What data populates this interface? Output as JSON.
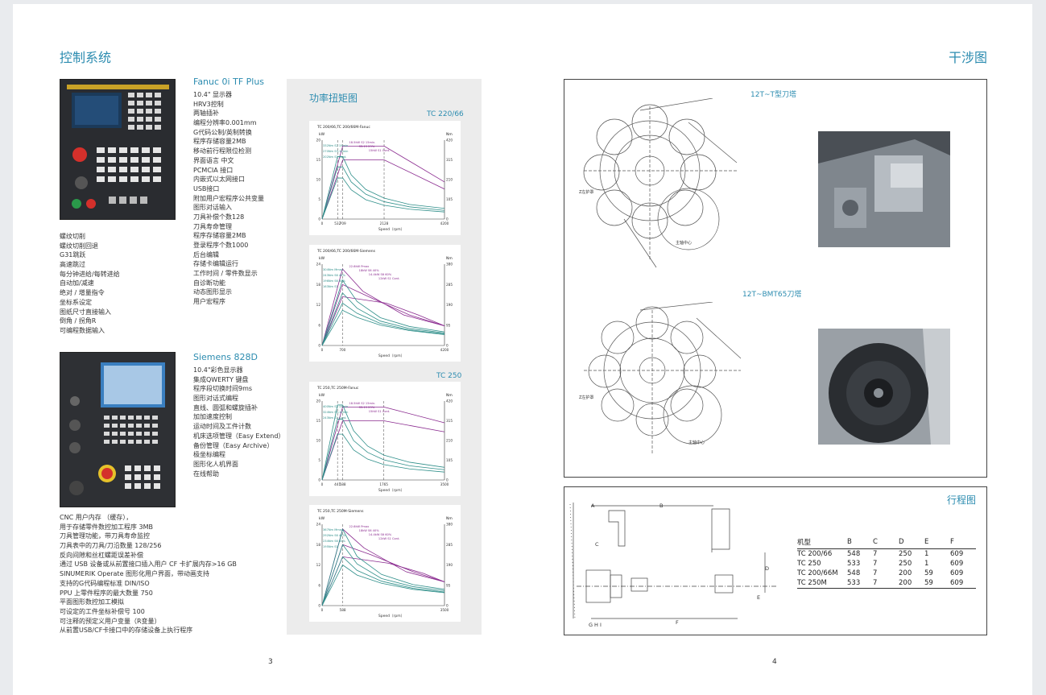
{
  "left_page": {
    "title": "控制系统",
    "page_number": "3",
    "fanuc": {
      "heading": "Fanuc 0i TF Plus",
      "features": [
        "10.4\" 显示器",
        "HRV3控制",
        "两轴插补",
        "编程分辨率0.001mm",
        "G代码公制/英制转换",
        "程序存储容量2MB",
        "移动前行程限位检测",
        "界面语言  中文",
        "PCMCIA 接口",
        "内嵌式以太网接口",
        "USB接口",
        "附加用户宏程序公共变量",
        "图形对话输入",
        "刀具补偿个数128",
        "刀具寿命管理",
        "程序存储容量2MB",
        "登录程序个数1000",
        "后台编辑",
        "存储卡编辑运行",
        "工作时间 / 零件数显示",
        "自诊断功能",
        "动态图形显示",
        "用户宏程序"
      ],
      "left_features": [
        "螺纹切削",
        "螺纹切削回退",
        "G31跳跃",
        "高速跳过",
        "每分钟进给/每转进给",
        "自动加/减速",
        "绝对 / 增量指令",
        "坐标系设定",
        "图纸尺寸直接输入",
        "倒角 / 拐角R",
        "可编程数据输入"
      ]
    },
    "siemens": {
      "heading": "Siemens 828D",
      "features": [
        "10.4\"彩色显示器",
        "集成QWERTY 键盘",
        "程序段切换时间9ms",
        "图形对话式编程",
        "直线、圆弧和螺旋插补",
        "加加速度控制",
        "运动时间及工件计数",
        "机床选项管理（Easy Extend）",
        "备份管理（Easy Archive）",
        "极坐标编程",
        "图形化人机界面",
        "在线帮助"
      ],
      "bottom_features": [
        "CNC 用户内存 （缓存），",
        "用于存储零件数控加工程序 3MB",
        "刀具管理功能，带刀具寿命监控",
        "刀具表中的刀具/刀沿数量 128/256",
        "反向间隙和丝杠螺距误差补偿",
        "通过 USB 设备或从前置接口插入用户 CF 卡扩展内存>16 GB",
        "SINUMERIK Operate 图形化用户界面，带动画支持",
        "支持的G代码编程标准 DIN/ISO",
        "PPU 上零件程序的最大数量  750",
        "平面图形数控加工模拟",
        "可设定的工件坐标补偿号    100",
        "可注释的预定义用户变量（R变量）",
        "从前置USB/CF卡接口中的存储设备上执行程序"
      ]
    },
    "torque_panel": {
      "title": "功率扭矩图",
      "section_1": "TC 220/66",
      "section_2": "TC 250"
    }
  },
  "chart_data": [
    {
      "type": "line",
      "title": "TC 200/66,TC 200/66M-Fanuc",
      "ylabel": "kW",
      "y2label": "Nm",
      "xlabel": "Speed（rpm）",
      "ylim": [
        0,
        20
      ],
      "y2lim": [
        0,
        420
      ],
      "xlim": [
        0,
        4200
      ],
      "x_ticks": [
        "0",
        "532",
        "709",
        "2128",
        "4200"
      ],
      "x_tick_values": [
        0,
        532,
        709,
        2128,
        4200
      ],
      "y_ticks": [
        "0",
        "5",
        "10",
        "15",
        "20"
      ],
      "y2_ticks": [
        "0",
        "105",
        "210",
        "315",
        "420"
      ],
      "labels": [
        "18.5kW S2 15min.",
        "S3-15 25%",
        "15kW S1 Cont.",
        "332Nm S2 15min",
        "270Nm S3-15min",
        "202Nm S1 Cont."
      ],
      "series": [
        {
          "color": "#8a2a8f",
          "x": [
            0,
            709,
            2128,
            4200
          ],
          "y": [
            0,
            18.5,
            18.5,
            9.4
          ]
        },
        {
          "color": "#8a2a8f",
          "x": [
            0,
            709,
            2128,
            4200
          ],
          "y": [
            0,
            15,
            15,
            7.6
          ]
        },
        {
          "color": "#2f8f8a",
          "x": [
            0,
            532,
            709,
            1000,
            1500,
            2128,
            3000,
            4200
          ],
          "y": [
            0,
            15.8,
            15.8,
            11.2,
            7.5,
            5.3,
            3.7,
            2.7
          ]
        },
        {
          "color": "#2f8f8a",
          "x": [
            0,
            532,
            709,
            1000,
            1500,
            2128,
            3000,
            4200
          ],
          "y": [
            0,
            13.2,
            13.2,
            9.4,
            6.3,
            4.4,
            3.1,
            2.2
          ]
        },
        {
          "color": "#2f8f8a",
          "x": [
            0,
            532,
            709,
            1000,
            1500,
            2128,
            3000,
            4200
          ],
          "y": [
            0,
            10.4,
            10.4,
            7.4,
            4.9,
            3.5,
            2.5,
            1.8
          ]
        }
      ]
    },
    {
      "type": "line",
      "title": "TC 200/66,TC 200/66M-Siemens",
      "ylabel": "kW",
      "y2label": "Nm",
      "xlabel": "Speed（rpm）",
      "ylim": [
        0,
        24
      ],
      "y2lim": [
        0,
        380
      ],
      "xlim": [
        0,
        4200
      ],
      "x_ticks": [
        "0",
        "700",
        "4200"
      ],
      "x_tick_values": [
        0,
        700,
        4200
      ],
      "y_ticks": [
        "0",
        "6",
        "12",
        "18",
        "24"
      ],
      "y2_ticks": [
        "0",
        "95",
        "190",
        "285",
        "380"
      ],
      "labels": [
        "22.6kW Pmax",
        "18kW S6 40%",
        "14.4kW S6 60%",
        "12kW S1 Cont.",
        "304Nm Mmax",
        "243Nm S6 40%",
        "196Nm S6 60%",
        "163Nm S1"
      ],
      "series": [
        {
          "color": "#8a2a8f",
          "x": [
            0,
            700,
            1400,
            2800,
            4200
          ],
          "y": [
            0,
            22.6,
            16,
            9,
            5.8
          ]
        },
        {
          "color": "#8a2a8f",
          "x": [
            0,
            700,
            1700,
            3000,
            4200
          ],
          "y": [
            0,
            18,
            14,
            9,
            5.8
          ]
        },
        {
          "color": "#8a2a8f",
          "x": [
            0,
            700,
            2200,
            3300,
            4200
          ],
          "y": [
            0,
            14.4,
            12.5,
            9,
            5.8
          ]
        },
        {
          "color": "#2f8f8a",
          "x": [
            0,
            700,
            1200,
            2000,
            3000,
            4200
          ],
          "y": [
            0,
            19.3,
            13,
            8.2,
            5.6,
            4
          ]
        },
        {
          "color": "#2f8f8a",
          "x": [
            0,
            700,
            1200,
            2000,
            3000,
            4200
          ],
          "y": [
            0,
            15.5,
            11,
            7.2,
            5,
            3.7
          ]
        },
        {
          "color": "#2f8f8a",
          "x": [
            0,
            700,
            1200,
            2000,
            3000,
            4200
          ],
          "y": [
            0,
            12.5,
            9.5,
            6.5,
            4.6,
            3.4
          ]
        },
        {
          "color": "#2f8f8a",
          "x": [
            0,
            700,
            1200,
            2000,
            3000,
            4200
          ],
          "y": [
            0,
            10.4,
            8.3,
            6,
            4.4,
            3.2
          ]
        }
      ]
    },
    {
      "type": "line",
      "title": "TC 250,TC 250M-Fanuc",
      "ylabel": "kW",
      "y2label": "Nm",
      "xlabel": "Speed（rpm）",
      "ylim": [
        0,
        20
      ],
      "y2lim": [
        0,
        420
      ],
      "xlim": [
        0,
        3500
      ],
      "x_ticks": [
        "0",
        "441",
        "588",
        "1765",
        "3500"
      ],
      "x_tick_values": [
        0,
        441,
        588,
        1765,
        3500
      ],
      "y_ticks": [
        "0",
        "5",
        "10",
        "15",
        "20"
      ],
      "y2_ticks": [
        "0",
        "105",
        "210",
        "315",
        "420"
      ],
      "labels": [
        "18.5kW S2 15min.",
        "S3-15 25%",
        "15kW S1 Cont.",
        "400Nm S2 15min",
        "324Nm S3-15min",
        "243Nm S1 Cont."
      ],
      "series": [
        {
          "color": "#8a2a8f",
          "x": [
            0,
            588,
            1765,
            3500
          ],
          "y": [
            0,
            18.5,
            18.5,
            14.5
          ]
        },
        {
          "color": "#8a2a8f",
          "x": [
            0,
            588,
            1765,
            3500
          ],
          "y": [
            0,
            15,
            15,
            12.2
          ]
        },
        {
          "color": "#2f8f8a",
          "x": [
            0,
            441,
            588,
            900,
            1300,
            1765,
            2500,
            3500
          ],
          "y": [
            0,
            19,
            19,
            12.5,
            8.6,
            6.3,
            4.5,
            3.2
          ]
        },
        {
          "color": "#2f8f8a",
          "x": [
            0,
            441,
            588,
            900,
            1300,
            1765,
            2500,
            3500
          ],
          "y": [
            0,
            15.4,
            15.4,
            10,
            7,
            5.1,
            3.6,
            2.6
          ]
        },
        {
          "color": "#2f8f8a",
          "x": [
            0,
            441,
            588,
            900,
            1300,
            1765,
            2500,
            3500
          ],
          "y": [
            0,
            11.6,
            11.6,
            7.6,
            5.3,
            3.9,
            2.8,
            2
          ]
        }
      ]
    },
    {
      "type": "line",
      "title": "TC 250,TC 250M-Siemens",
      "ylabel": "kW",
      "y2label": "Nm",
      "xlabel": "Speed（rpm）",
      "ylim": [
        0,
        24
      ],
      "y2lim": [
        0,
        380
      ],
      "xlim": [
        0,
        3500
      ],
      "x_ticks": [
        "0",
        "588",
        "3500"
      ],
      "x_tick_values": [
        0,
        588,
        3500
      ],
      "y_ticks": [
        "0",
        "6",
        "12",
        "18",
        "24"
      ],
      "y2_ticks": [
        "0",
        "95",
        "190",
        "285",
        "380"
      ],
      "labels": [
        "22.6kW Pmax",
        "18kW S6 40%",
        "14.4kW S6 60%",
        "12kW S1 Cont.",
        "367Nm Mmax",
        "292Nm S6 40%",
        "234Nm S6 60%",
        "195Nm S1"
      ],
      "series": [
        {
          "color": "#8a2a8f",
          "x": [
            0,
            588,
            1200,
            2400,
            3500
          ],
          "y": [
            0,
            22.6,
            17,
            10,
            7
          ]
        },
        {
          "color": "#8a2a8f",
          "x": [
            0,
            588,
            1400,
            2600,
            3500
          ],
          "y": [
            0,
            18,
            15,
            10,
            7
          ]
        },
        {
          "color": "#8a2a8f",
          "x": [
            0,
            588,
            1900,
            2900,
            3500
          ],
          "y": [
            0,
            14.4,
            12.5,
            9.5,
            7
          ]
        },
        {
          "color": "#2f8f8a",
          "x": [
            0,
            588,
            1000,
            1700,
            2600,
            3500
          ],
          "y": [
            0,
            22.5,
            14.5,
            9.2,
            6.2,
            4.8
          ]
        },
        {
          "color": "#2f8f8a",
          "x": [
            0,
            588,
            1000,
            1700,
            2600,
            3500
          ],
          "y": [
            0,
            18,
            12.3,
            8,
            5.6,
            4.4
          ]
        },
        {
          "color": "#2f8f8a",
          "x": [
            0,
            588,
            1000,
            1700,
            2600,
            3500
          ],
          "y": [
            0,
            14.4,
            10.4,
            7.2,
            5.1,
            4
          ]
        },
        {
          "color": "#2f8f8a",
          "x": [
            0,
            588,
            1000,
            1700,
            2600,
            3500
          ],
          "y": [
            0,
            12,
            9,
            6.6,
            4.8,
            3.8
          ]
        }
      ]
    }
  ],
  "right_page": {
    "title": "干涉图",
    "page_number": "4",
    "turret_1_caption": "12T~T型刀塔",
    "turret_2_caption": "12T~BMT65刀塔",
    "drawing_labels": {
      "z_limit": "Z左护罩",
      "spindle_center": "主轴中心"
    },
    "travel": {
      "title": "行程图",
      "dims": [
        "A",
        "B",
        "C",
        "D",
        "E",
        "F",
        "G",
        "H",
        "I"
      ],
      "table": {
        "headers": [
          "机型",
          "B",
          "C",
          "D",
          "E",
          "F"
        ],
        "rows": [
          [
            "TC 200/66",
            "548",
            "7",
            "250",
            "1",
            "609"
          ],
          [
            "TC 250",
            "533",
            "7",
            "250",
            "1",
            "609"
          ],
          [
            "TC 200/66M",
            "548",
            "7",
            "200",
            "59",
            "609"
          ],
          [
            "TC 250M",
            "533",
            "7",
            "200",
            "59",
            "609"
          ]
        ]
      }
    }
  }
}
